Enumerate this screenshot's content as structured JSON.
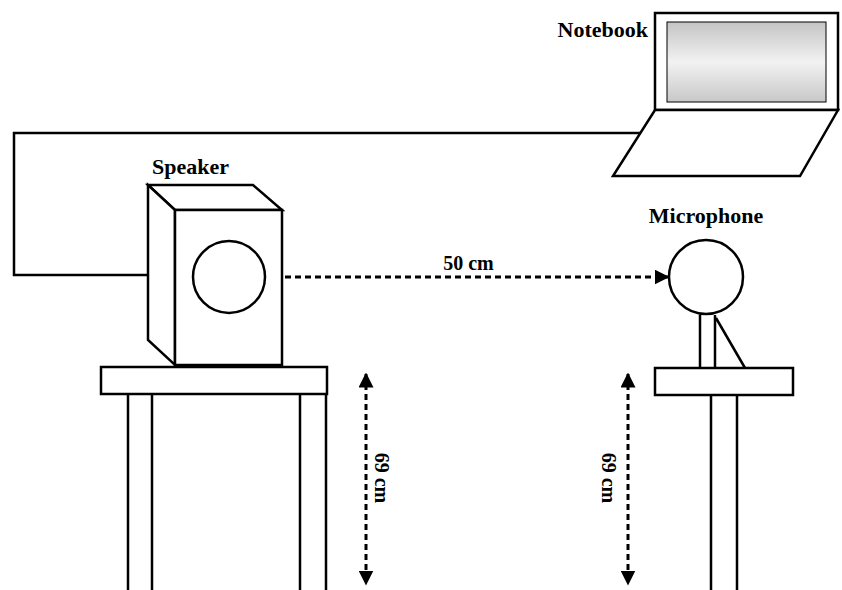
{
  "diagram": {
    "nodes": [
      {
        "text": [
          "Notebook"
        ]
      },
      {
        "text": [
          "Speaker"
        ]
      },
      {
        "text": [
          "Microphone"
        ]
      }
    ],
    "edges": [
      {
        "from": 0,
        "to": 1,
        "arrow": "none"
      },
      {
        "from": 1,
        "to": 2,
        "label": "50 cm",
        "arrow": "both"
      }
    ],
    "labels": [
      "69 cm",
      "69 cm"
    ]
  }
}
